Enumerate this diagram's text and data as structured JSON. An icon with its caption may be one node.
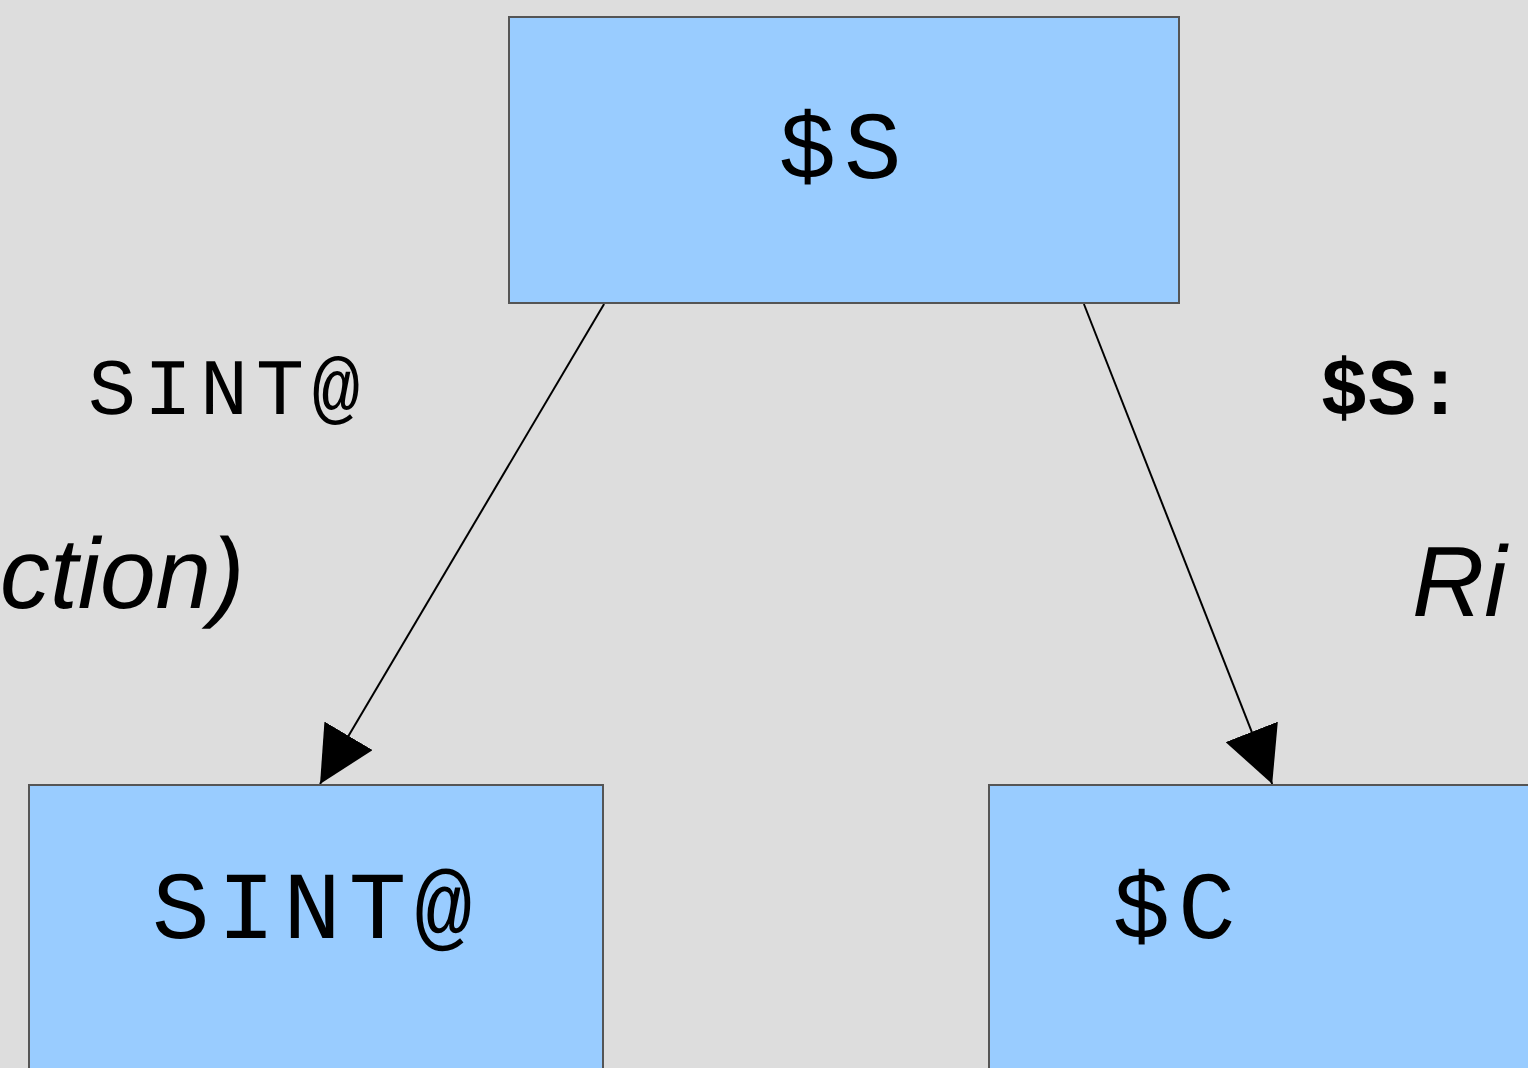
{
  "diagram": {
    "nodes": [
      {
        "text": [
          "$S"
        ]
      },
      {
        "text": [
          "SINT@"
        ]
      },
      {
        "text": [
          "$C"
        ]
      }
    ],
    "edges": [
      {
        "from": 0,
        "to": 1,
        "arrow": "to"
      },
      {
        "from": 0,
        "to": 2,
        "arrow": "to"
      }
    ],
    "labels": [
      "SINT@",
      "ction)",
      "$S:",
      "Ri"
    ]
  }
}
